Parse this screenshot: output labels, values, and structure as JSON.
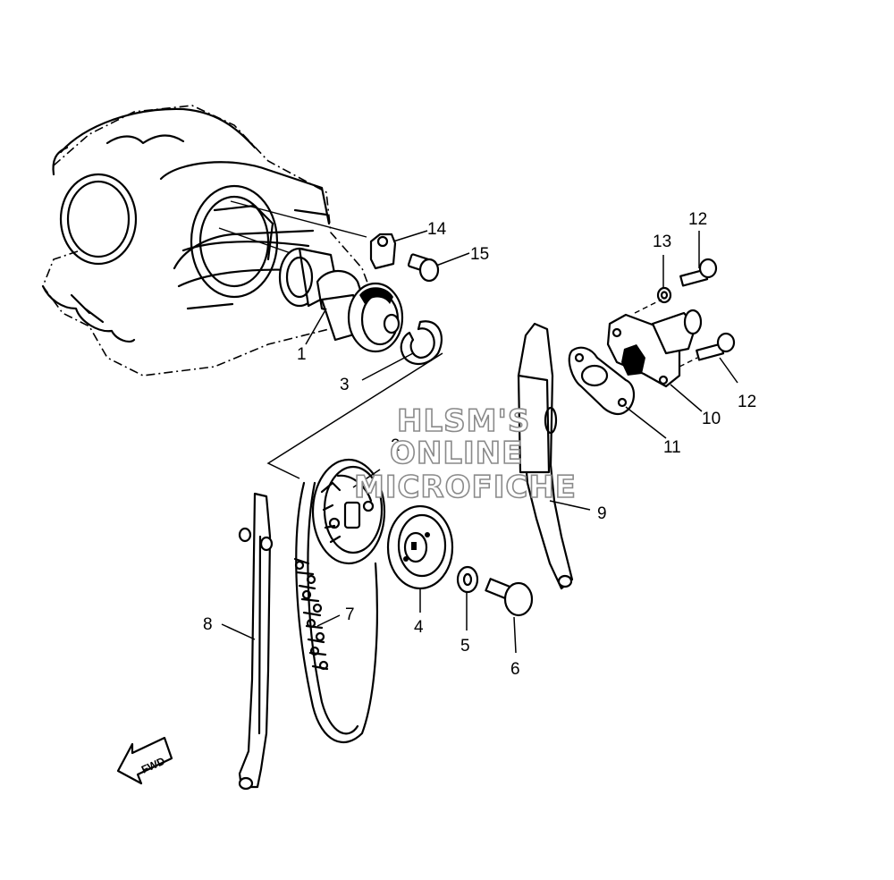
{
  "watermark": {
    "line1": "HLSM'S",
    "line2": "ONLINE",
    "line3": "MICROFICHE"
  },
  "fwd_label": "FWD",
  "callouts": {
    "c1": "1",
    "c2": "2",
    "c3": "3",
    "c4": "4",
    "c5": "5",
    "c6": "6",
    "c7": "7",
    "c8": "8",
    "c9": "9",
    "c10": "10",
    "c11": "11",
    "c12a": "12",
    "c12b": "12",
    "c13": "13",
    "c14": "14",
    "c15": "15"
  }
}
